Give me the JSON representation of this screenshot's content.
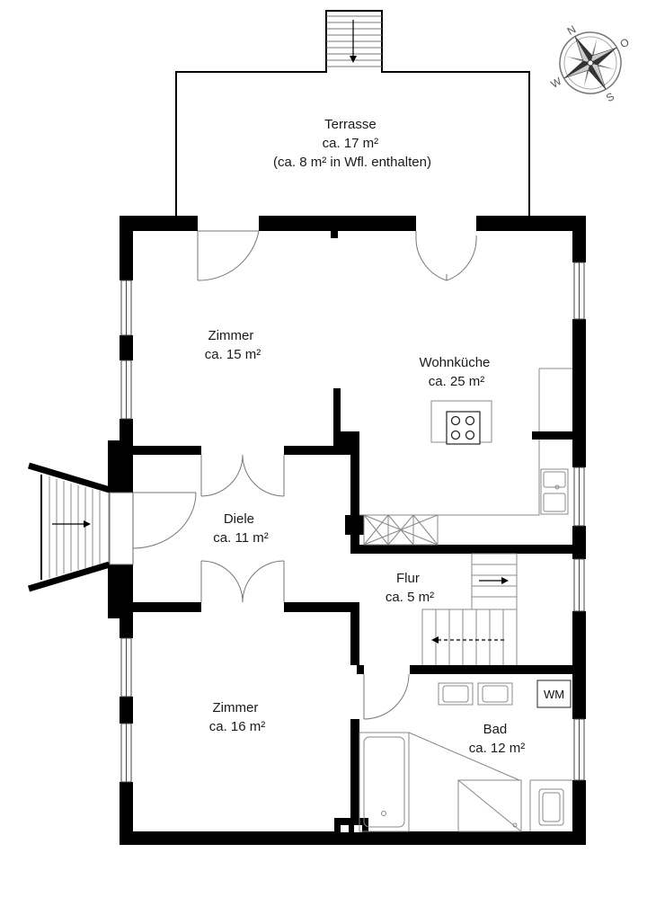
{
  "rooms": [
    {
      "id": "terrace",
      "lines": [
        "Terrasse",
        "ca. 17 m²",
        "(ca. 8 m² in Wfl. enthalten)"
      ]
    },
    {
      "id": "zimmer-north",
      "lines": [
        "Zimmer",
        "ca. 15 m²"
      ]
    },
    {
      "id": "wohnkueche",
      "lines": [
        "Wohnküche",
        "ca. 25 m²"
      ]
    },
    {
      "id": "diele",
      "lines": [
        "Diele",
        "ca. 11 m²"
      ]
    },
    {
      "id": "flur",
      "lines": [
        "Flur",
        "ca. 5 m²"
      ]
    },
    {
      "id": "zimmer-south",
      "lines": [
        "Zimmer",
        "ca. 16 m²"
      ]
    },
    {
      "id": "bad",
      "lines": [
        "Bad",
        "ca. 12 m²"
      ]
    }
  ],
  "fixtures": {
    "washing_machine": "WM"
  },
  "compass": {
    "letters": [
      "N",
      "S",
      "W",
      "O"
    ]
  },
  "colors": {
    "wall": "#000000",
    "line": "#666666",
    "background": "#ffffff"
  }
}
